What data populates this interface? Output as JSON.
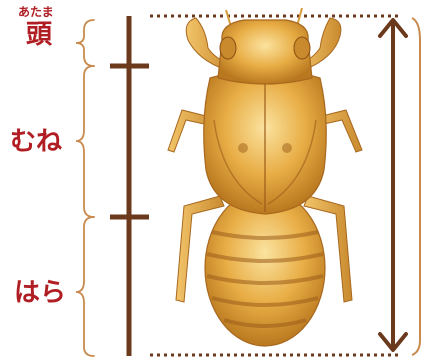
{
  "labels": {
    "ruby": "あたま",
    "head": "頭",
    "chest": "むね",
    "abdomen": "はら"
  },
  "colors": {
    "label_red": "#b01e24",
    "line_brown": "#6b3a1c",
    "bracket_brown": "#c98a4d",
    "insect_gold": "#e9b04a"
  }
}
